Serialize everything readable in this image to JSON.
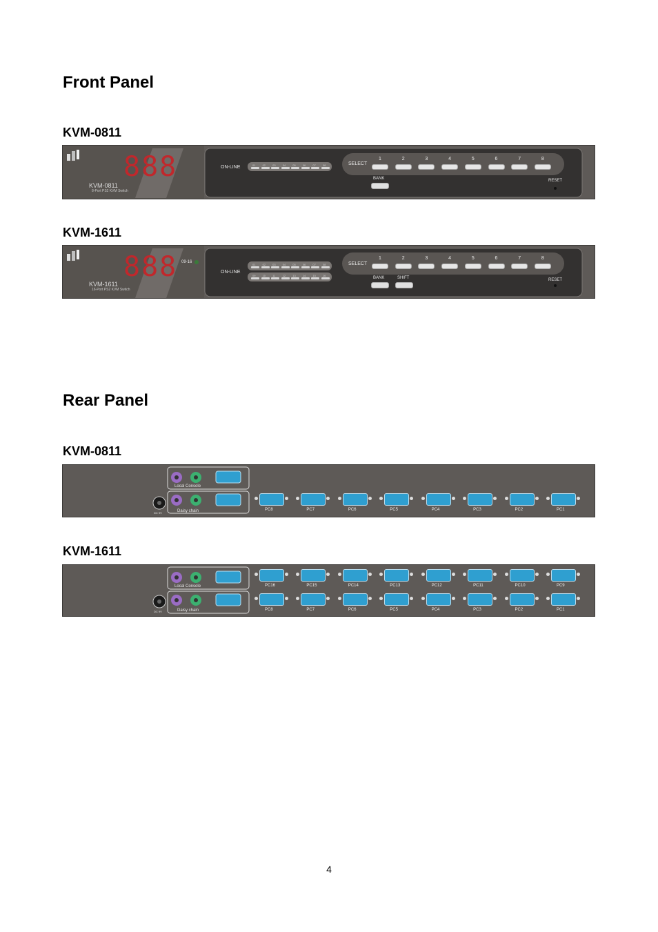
{
  "sections": {
    "front_title": "Front Panel",
    "rear_title": "Rear Panel"
  },
  "front": {
    "kvm0811": {
      "heading": "KVM-0811",
      "display": "888",
      "model": "KVM-0811",
      "subtitle": "8-Port PS2 KVM Switch",
      "online_label": "ON-LINE",
      "leds": [
        "01",
        "02",
        "03",
        "04",
        "05",
        "06",
        "07",
        "08"
      ],
      "select_label": "SELECT",
      "keys": [
        "1",
        "2",
        "3",
        "4",
        "5",
        "6",
        "7",
        "8"
      ],
      "bank_label": "BANK",
      "reset_label": "RESET"
    },
    "kvm1611": {
      "heading": "KVM-1611",
      "display": "888",
      "bank_indicator": "09-16",
      "model": "KVM-1611",
      "subtitle": "16-Port PS2 KVM Switch",
      "online_label": "ON-LINE",
      "leds_row1": [
        "01",
        "02",
        "03",
        "04",
        "05",
        "06",
        "07",
        "08"
      ],
      "leds_row2": [
        "09",
        "10",
        "11",
        "12",
        "13",
        "14",
        "15",
        "16"
      ],
      "select_label": "SELECT",
      "keys": [
        "1",
        "2",
        "3",
        "4",
        "5",
        "6",
        "7",
        "8"
      ],
      "bank_label": "BANK",
      "shift_label": "SHIFT",
      "reset_label": "RESET"
    }
  },
  "rear": {
    "kvm0811": {
      "heading": "KVM-0811",
      "local_console": "Local Console",
      "daisy_chain": "Daisy chain",
      "power_label": "DC 9V",
      "ports": [
        "PC8",
        "PC7",
        "PC6",
        "PC5",
        "PC4",
        "PC3",
        "PC2",
        "PC1"
      ]
    },
    "kvm1611": {
      "heading": "KVM-1611",
      "local_console": "Local Console",
      "daisy_chain": "Daisy chain",
      "power_label": "DC 9V",
      "ports_row1": [
        "PC16",
        "PC15",
        "PC14",
        "PC13",
        "PC12",
        "PC11",
        "PC10",
        "PC9"
      ],
      "ports_row2": [
        "PC8",
        "PC7",
        "PC6",
        "PC5",
        "PC4",
        "PC3",
        "PC2",
        "PC1"
      ]
    }
  },
  "page_number": "4",
  "colors": {
    "chassis": "#5e5a57",
    "panel": "#333130",
    "led_display": "#c0282c",
    "vga_port": "#2f9fd0",
    "ps2_mouse": "#9a6cc4",
    "ps2_keyboard": "#3cb070"
  }
}
